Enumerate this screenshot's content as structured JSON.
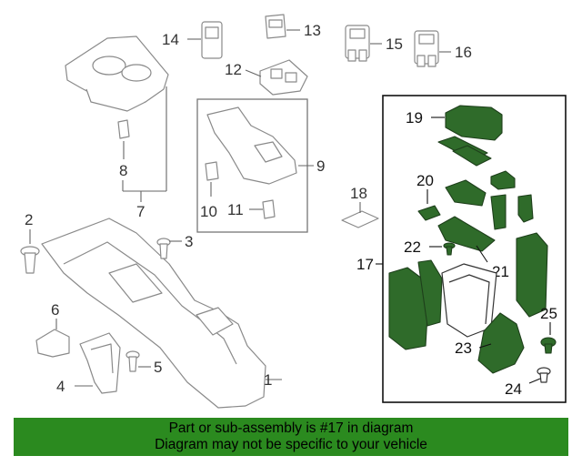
{
  "labels": {
    "p1": "1",
    "p2": "2",
    "p3": "3",
    "p4": "4",
    "p5": "5",
    "p6": "6",
    "p7": "7",
    "p8": "8",
    "p9": "9",
    "p10": "10",
    "p11": "11",
    "p12": "12",
    "p13": "13",
    "p14": "14",
    "p15": "15",
    "p16": "16",
    "p17": "17",
    "p18": "18",
    "p19": "19",
    "p20": "20",
    "p21": "21",
    "p22": "22",
    "p23": "23",
    "p24": "24",
    "p25": "25"
  },
  "banner": {
    "line1": "Part or sub-assembly is #17 in diagram",
    "line2": "Diagram may not be specific to your vehicle"
  },
  "colors": {
    "highlight_part": "#2f6b2a",
    "banner_bg": "#2b8a1f"
  }
}
